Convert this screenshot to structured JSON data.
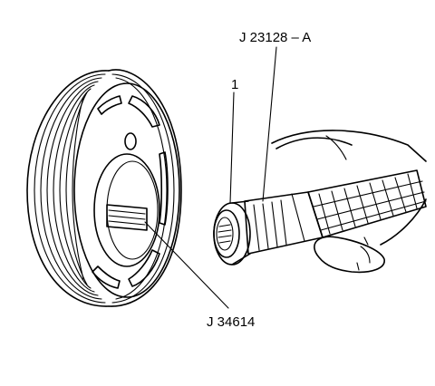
{
  "labels": {
    "tool_j23128a": "J 23128 – A",
    "callout_1": "1",
    "tool_j34614": "J 34614"
  }
}
